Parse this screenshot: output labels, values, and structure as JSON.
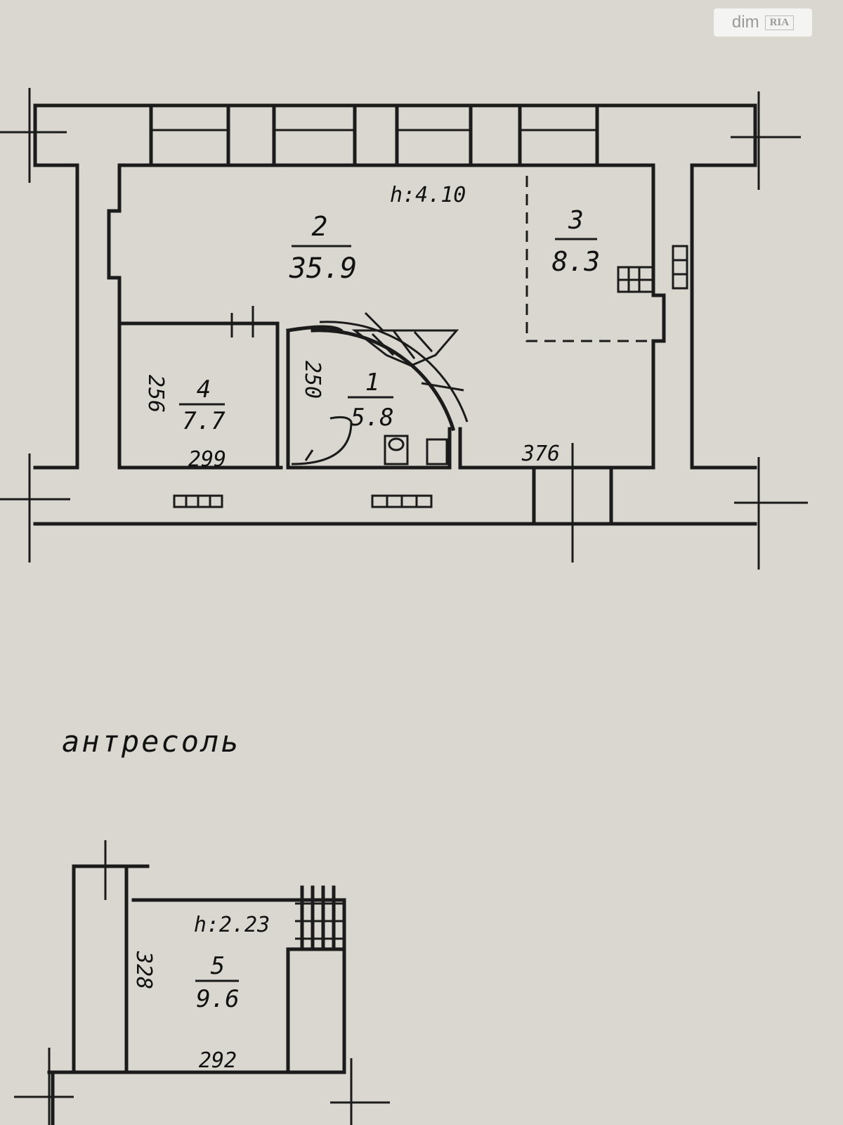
{
  "watermark": {
    "brand": "dim",
    "sub": "RIA"
  },
  "main_floor": {
    "height_label": "h:4.10",
    "rooms": [
      {
        "number": "1",
        "area": "5.8"
      },
      {
        "number": "2",
        "area": "35.9"
      },
      {
        "number": "3",
        "area": "8.3"
      },
      {
        "number": "4",
        "area": "7.7"
      }
    ],
    "dimensions": {
      "room4_height": "256",
      "room4_width": "299",
      "room1_height": "250",
      "corridor_width": "376"
    }
  },
  "mezzanine": {
    "title": "антресоль",
    "height_label": "h:2.23",
    "room": {
      "number": "5",
      "area": "9.6"
    },
    "dimensions": {
      "height": "328",
      "width": "292"
    }
  }
}
